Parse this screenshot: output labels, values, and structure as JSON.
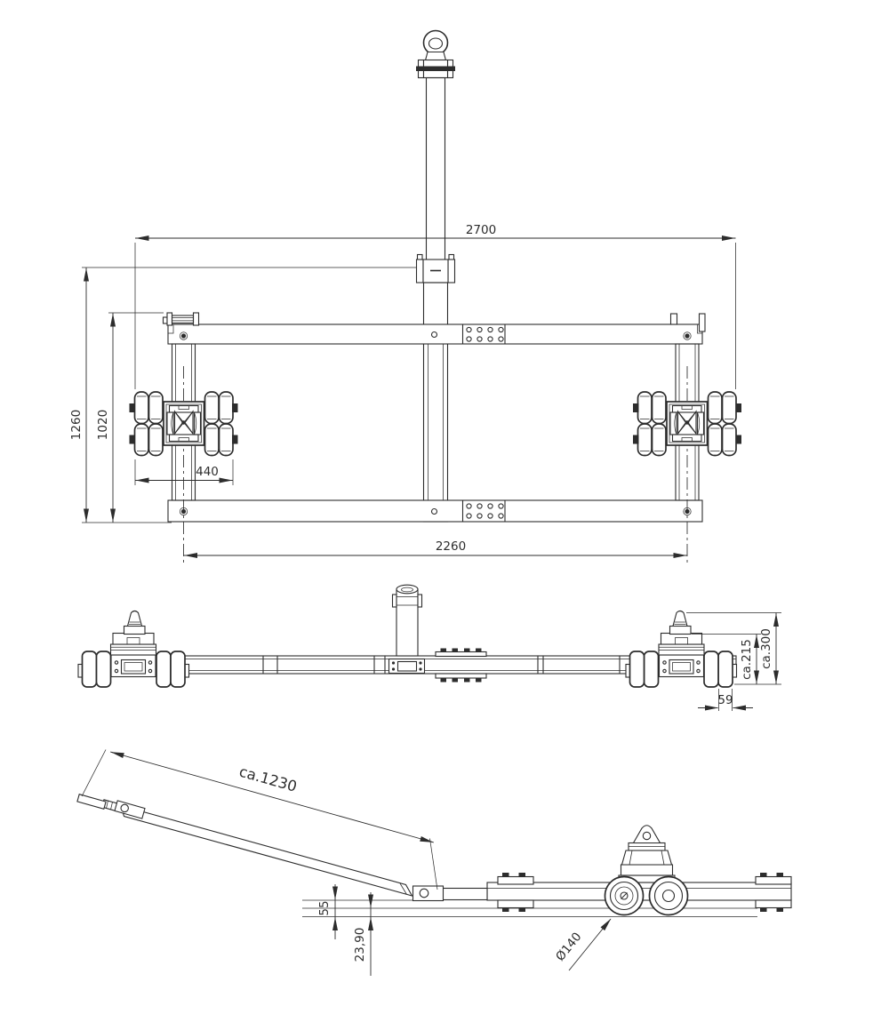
{
  "drawing": {
    "colors": {
      "line": "#2d2d2d",
      "background": "#ffffff"
    },
    "views": {
      "plan": {
        "dims": {
          "overall_width": "2700",
          "axle_spacing": "2260",
          "roller_unit_width": "440",
          "overall_depth": "1260",
          "frame_depth": "1020"
        }
      },
      "front": {
        "dims": {
          "bracket_height": "ca.215",
          "cone_height": "ca.300",
          "wheel_width": "59"
        }
      },
      "side": {
        "dims": {
          "drawbar_length": "ca.1230",
          "frame_drop": "55",
          "ground_offset": "23,90",
          "wheel_diameter": "Ø140"
        }
      }
    }
  }
}
